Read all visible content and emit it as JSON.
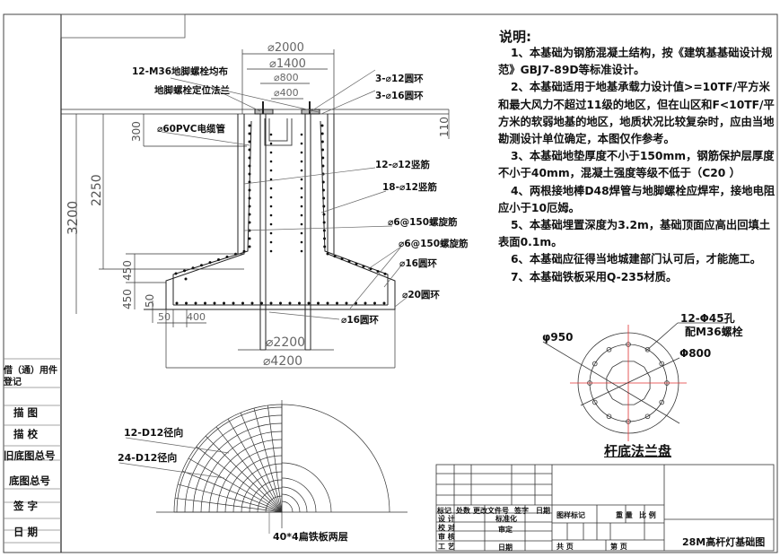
{
  "notes": {
    "title": "说明:",
    "items": [
      "1、本基础为钢筋混凝土结构，按《建筑基基础设计规范》GBJ7-89D等标准设计。",
      "2、本基础适用于地基承载力设计值>=10TF/平方米和最大风力不超过11级的地区，但在山区和F<10TF/平方米的软弱地基的地区，地质状况比较复杂时，应由当地勘测设计单位确定，本图仅作参考。",
      "3、本基础地垫厚度不小于150mm，钢筋保护层厚度不小于40mm，混凝土强度等级不低于（C20 ）",
      "4、两根接地棒D48焊管与地脚螺栓应焊牢，接地电阻应小于10厄姆。",
      "5、本基础埋置深度为3.2m，基础顶面应高出回填土表面0.1m。",
      "6、本基础应征得当地城建部门认可后，才能施工。",
      "7、本基础铁板采用Q-235材质。"
    ]
  },
  "section_labels": {
    "bolts": "12-M36地脚螺栓均布",
    "flange": "地脚螺栓定位法兰",
    "pvc": "⌀60PVC电缆管",
    "ring12": "3-⌀12圆环",
    "ring16": "3-⌀16圆环",
    "vert12a": "12-⌀12竖筋",
    "vert12b": "18-⌀12竖筋",
    "spiral1": "⌀6@150螺旋筋",
    "spiral2": "⌀6@150螺旋筋",
    "ring16b": "⌀16圆环",
    "ring20": "⌀20圆环",
    "ring16c": "⌀16圆环"
  },
  "dimensions": {
    "d2000": "⌀2000",
    "d1400": "⌀1400",
    "d800": "⌀800",
    "d400": "⌀400",
    "d2200": "⌀2200",
    "d4200": "⌀4200",
    "h3200": "3200",
    "h2250": "2250",
    "h300": "300",
    "h110": "110",
    "h450a": "450",
    "h450b": "450",
    "h50v": "50",
    "w50": "50",
    "w400": "400"
  },
  "plan": {
    "radial12": "12-D12径向",
    "radial24": "24-D12径向",
    "flatbar": "40*4扁铁板两层"
  },
  "flange": {
    "title": "杆底法兰盘",
    "holes": "12-Φ45孔",
    "bolt": "配M36螺栓",
    "outer": "φ950",
    "inner": "Φ800",
    "hole_count": 12
  },
  "left_sidebar": {
    "items": [
      "借（通）用件登记",
      "描  图",
      "描  校",
      "旧底图总号",
      "底图总号",
      "签  字",
      "日  期"
    ]
  },
  "title_block": {
    "rev_headers": [
      "标记",
      "处数",
      "更改文件号",
      "签字",
      "日期"
    ],
    "roles": [
      "设  计",
      "校  对",
      "审  核",
      "工  艺"
    ],
    "approvals": [
      "标准化",
      "审定",
      "日期"
    ],
    "drawing_mark": "图样标记",
    "weight": "重 量",
    "scale": "比 例",
    "total_pages": "共    页",
    "page_no": "第    页",
    "drawing_title": "28M高杆灯基础图"
  },
  "colors": {
    "line": "#222222",
    "dim": "#777777",
    "centerline": "#e03030"
  }
}
